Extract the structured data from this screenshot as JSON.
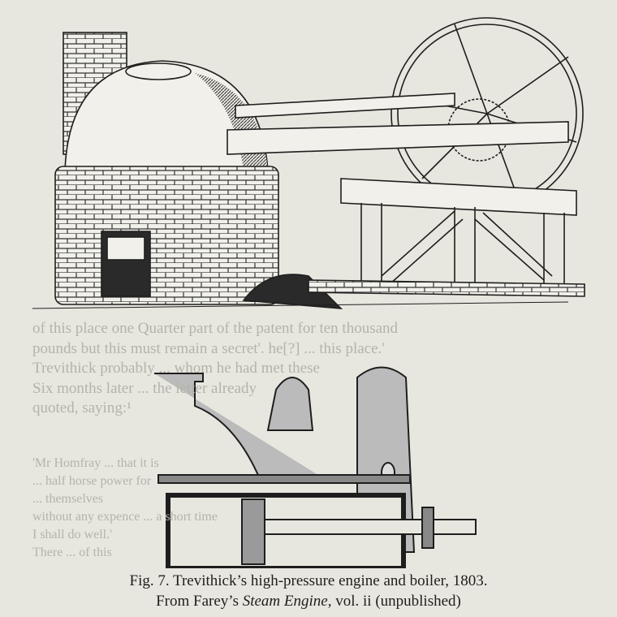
{
  "show_through_lines": [
    "of this place one Quarter part of the patent for ten thousand",
    "pounds but this must remain a secret'. he[?] ... this place.'",
    "Trevithick probably ... whom he had met these",
    "Six months later ... the letter already",
    "quoted, saying:¹",
    "'Mr Homfray ... that it is",
    "... half horse power for",
    "... themselves",
    "without any expence ... a short time",
    "I shall do well.'",
    "There ... of this"
  ],
  "caption": {
    "line1": "Fig. 7.  Trevithick’s high-pressure engine and boiler, 1803.",
    "line2_prefix": "From Farey’s ",
    "line2_title": "Steam Engine",
    "line2_suffix": ", vol. ii (unpublished)"
  }
}
